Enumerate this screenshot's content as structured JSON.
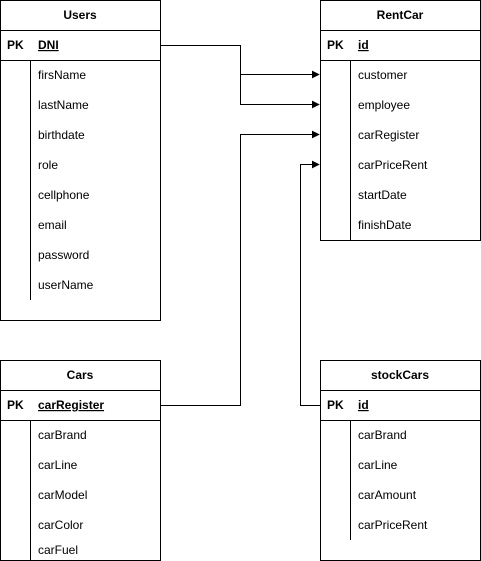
{
  "entities": {
    "users": {
      "name": "Users",
      "pk_label": "PK",
      "pk_field": "DNI",
      "fields": [
        "firsName",
        "lastName",
        "birthdate",
        "role",
        "cellphone",
        "email",
        "password",
        "userName"
      ]
    },
    "rentcar": {
      "name": "RentCar",
      "pk_label": "PK",
      "pk_field": "id",
      "fields": [
        "customer",
        "employee",
        "carRegister",
        "carPriceRent",
        "startDate",
        "finishDate"
      ]
    },
    "cars": {
      "name": "Cars",
      "pk_label": "PK",
      "pk_field": "carRegister",
      "fields": [
        "carBrand",
        "carLine",
        "carModel",
        "carColor",
        "carFuel"
      ]
    },
    "stockcars": {
      "name": "stockCars",
      "pk_label": "PK",
      "pk_field": "id",
      "fields": [
        "carBrand",
        "carLine",
        "carAmount",
        "carPriceRent"
      ]
    }
  },
  "relationships": [
    {
      "from": "users.DNI",
      "to": "rentcar.customer"
    },
    {
      "from": "users.DNI",
      "to": "rentcar.employee"
    },
    {
      "from": "cars.carRegister",
      "to": "rentcar.carRegister"
    },
    {
      "from": "stockcars.id",
      "to": "rentcar.carPriceRent"
    }
  ],
  "colors": {
    "stroke": "#000000",
    "background": "#ffffff"
  }
}
